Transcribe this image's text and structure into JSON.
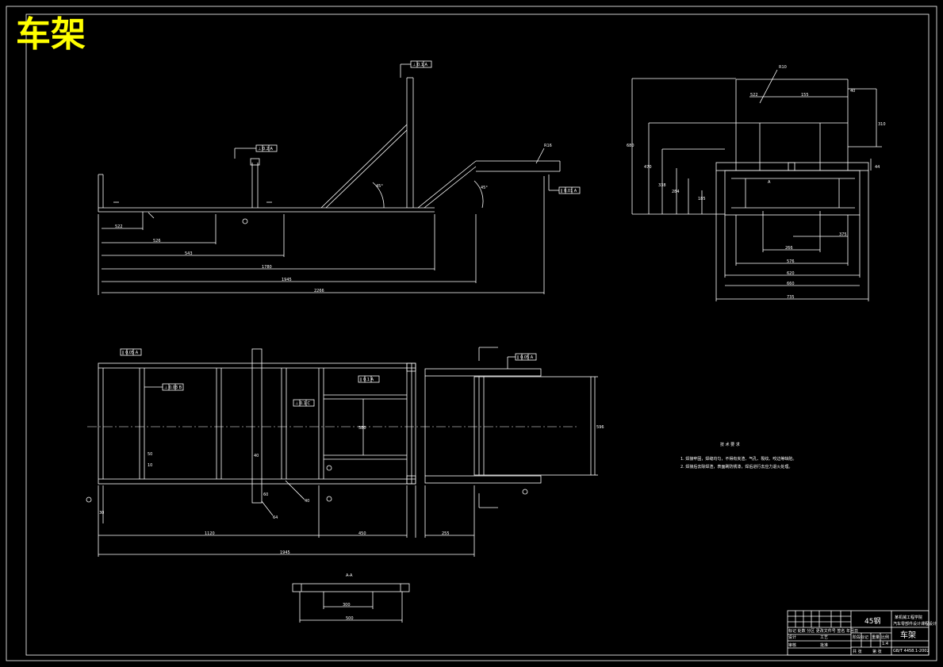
{
  "drawing_title": "车架",
  "side_view": {
    "dims": [
      "522",
      "526",
      "543",
      "1780",
      "1945",
      "2266"
    ],
    "angle_labels": [
      "45°",
      "45°"
    ],
    "fcf": [
      "⊥ 0.1 A",
      "⊥ 0.2 A",
      "∥ 0.01 A"
    ],
    "radius_label": "R16"
  },
  "end_view": {
    "dims_top": [
      "522",
      "155",
      "R10",
      "40",
      "310"
    ],
    "dims_left": [
      "680",
      "470",
      "338",
      "284",
      "185"
    ],
    "dims_right": [
      "375",
      "44"
    ],
    "dims_bottom": [
      "266",
      "576",
      "620",
      "660",
      "735"
    ],
    "label_a": "A"
  },
  "plan_view": {
    "fcf": [
      "∥ 0.05 A",
      "⊥ 0.03 B",
      "∥ 0.1 A",
      "⊥ 0.1 C",
      "∥ 0.05 A"
    ],
    "dims_inner": [
      "50",
      "10",
      "40",
      "580",
      "60",
      "40",
      "30"
    ],
    "dims_bottom": [
      "1120",
      "450",
      "255",
      "1945"
    ],
    "dim_right": "596",
    "label_64": "64"
  },
  "section_view": {
    "label": "A-A",
    "dims": [
      "300",
      "500"
    ]
  },
  "tech_req": {
    "title": "技 术 要 求",
    "lines": [
      "1. 焊接牢固，焊缝均匀，不得有夹渣、气孔、裂纹、咬边等缺陷。",
      "2. 焊接后去除焊渣，表面刷防锈漆，焊后进行去应力退火处理。"
    ]
  },
  "title_block": {
    "material": "45钢",
    "name": "车架",
    "school_line1": "某机械工程学院",
    "school_line2": "汽车零部件设计课程设计",
    "labels": [
      "标记 处数 分区 更改文件号 签名 年月日",
      "设计",
      "审核",
      "工艺",
      "批准",
      "阶段标记",
      "重量",
      "比例",
      "共 张",
      "第 张"
    ],
    "scale": "1:4",
    "drawing_no": "GB/T 4458.1-2002"
  }
}
